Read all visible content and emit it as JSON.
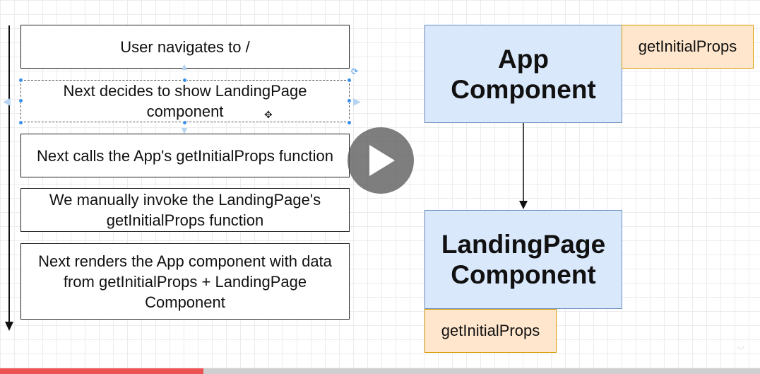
{
  "steps": [
    {
      "text": "User navigates to /"
    },
    {
      "text": "Next decides to show LandingPage component"
    },
    {
      "text": "Next calls the App's getInitialProps function"
    },
    {
      "text": "We manually invoke the LandingPage's getInitialProps function"
    },
    {
      "text": "Next renders the App component with data from getInitialProps + LandingPage Component"
    }
  ],
  "app_component": {
    "label": "App Component",
    "props_label": "getInitialProps"
  },
  "landing_component": {
    "label": "LandingPage Component",
    "props_label": "getInitialProps"
  },
  "player": {
    "progress": 0.268
  },
  "colors": {
    "component_fill": "#dae8fc",
    "component_border": "#6c8ebf",
    "props_fill": "#ffe6cc",
    "props_border": "#d79b00",
    "progress": "#ec5252"
  }
}
